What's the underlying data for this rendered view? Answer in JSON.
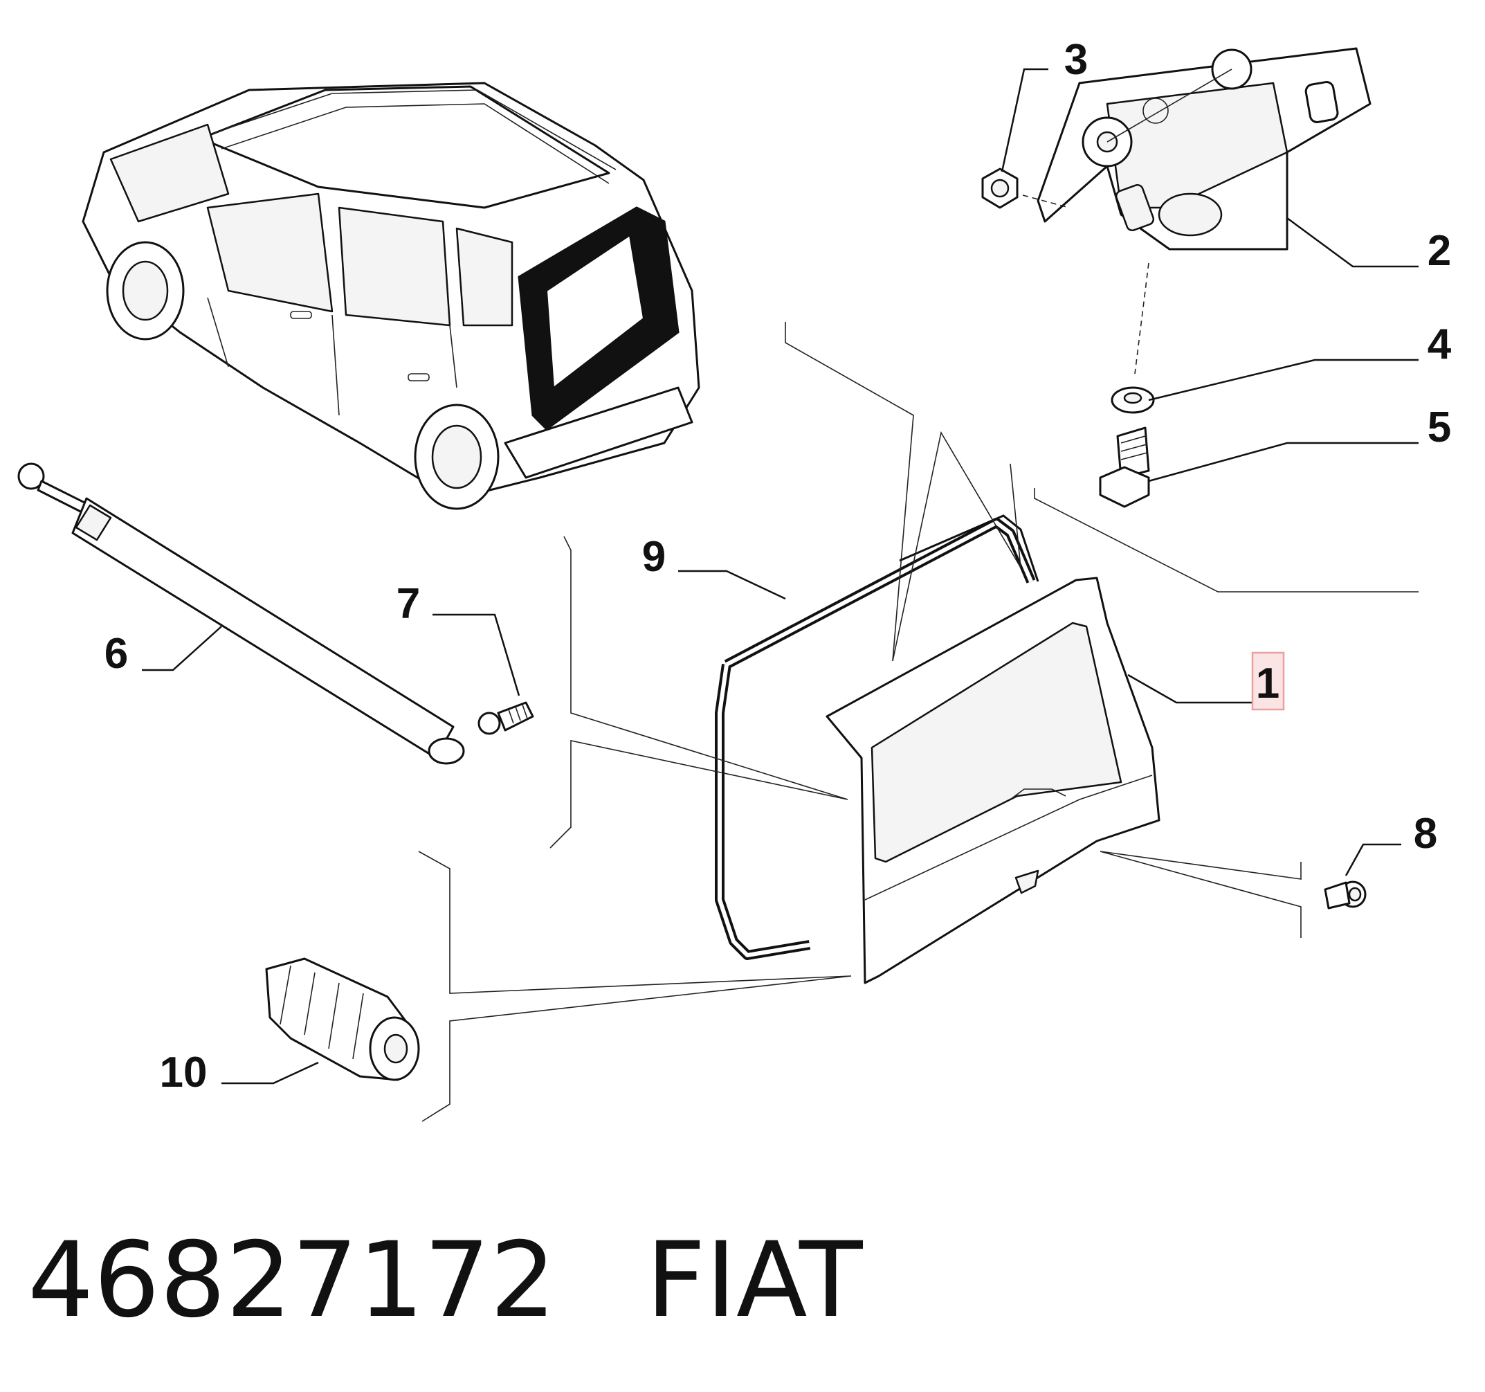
{
  "diagram": {
    "callouts": [
      {
        "id": "1",
        "label": "1",
        "highlighted": true
      },
      {
        "id": "2",
        "label": "2"
      },
      {
        "id": "3",
        "label": "3"
      },
      {
        "id": "4",
        "label": "4"
      },
      {
        "id": "5",
        "label": "5"
      },
      {
        "id": "6",
        "label": "6"
      },
      {
        "id": "7",
        "label": "7"
      },
      {
        "id": "8",
        "label": "8"
      },
      {
        "id": "9",
        "label": "9"
      },
      {
        "id": "10",
        "label": "10"
      }
    ],
    "highlight_color": "#e8a0a0",
    "highlight_fill": "#fbe4e4"
  },
  "caption": {
    "part_number": "46827172",
    "brand": "FIAT"
  }
}
